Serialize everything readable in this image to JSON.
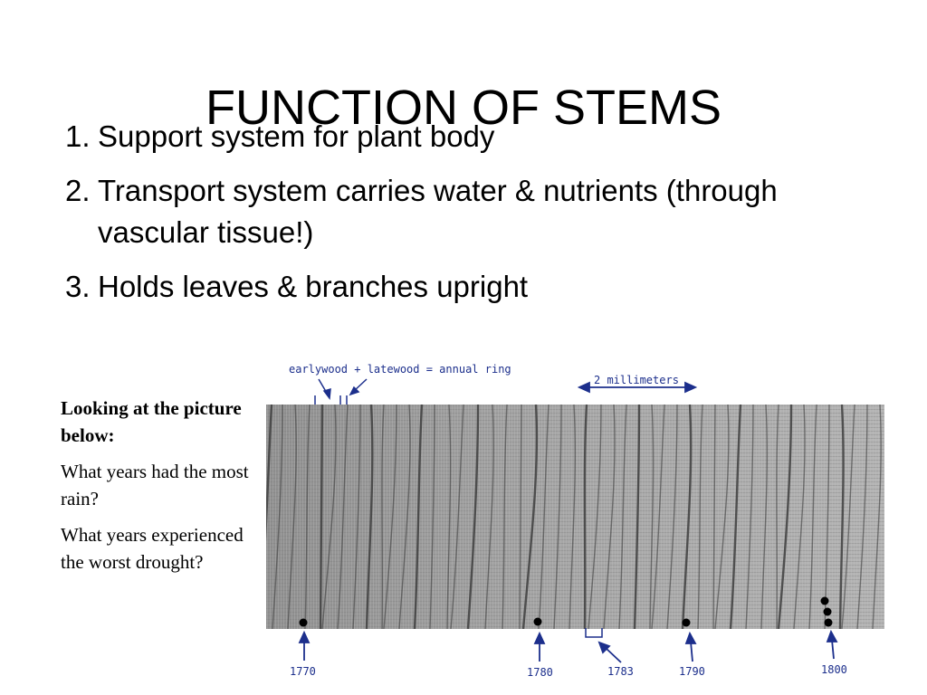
{
  "slide": {
    "title": "FUNCTION OF STEMS"
  },
  "bullets": [
    {
      "number": "1.",
      "text": "Support system for plant body"
    },
    {
      "number": "2.",
      "text": "Transport system carries water & nutrients (through vascular tissue!)"
    },
    {
      "number": "3.",
      "text": "Holds leaves & branches upright"
    }
  ],
  "questions": {
    "lead": "Looking at the picture below:",
    "q1": "What years had the most rain?",
    "q2": "What years experienced the worst drought?"
  },
  "diagram": {
    "ring_label": "earlywood + latewood = annual ring",
    "scale_label": "2 millimeters",
    "year_labels": [
      "1770",
      "1780",
      "1783",
      "1790",
      "1800"
    ],
    "annotation_color": "#1c2f8c"
  }
}
